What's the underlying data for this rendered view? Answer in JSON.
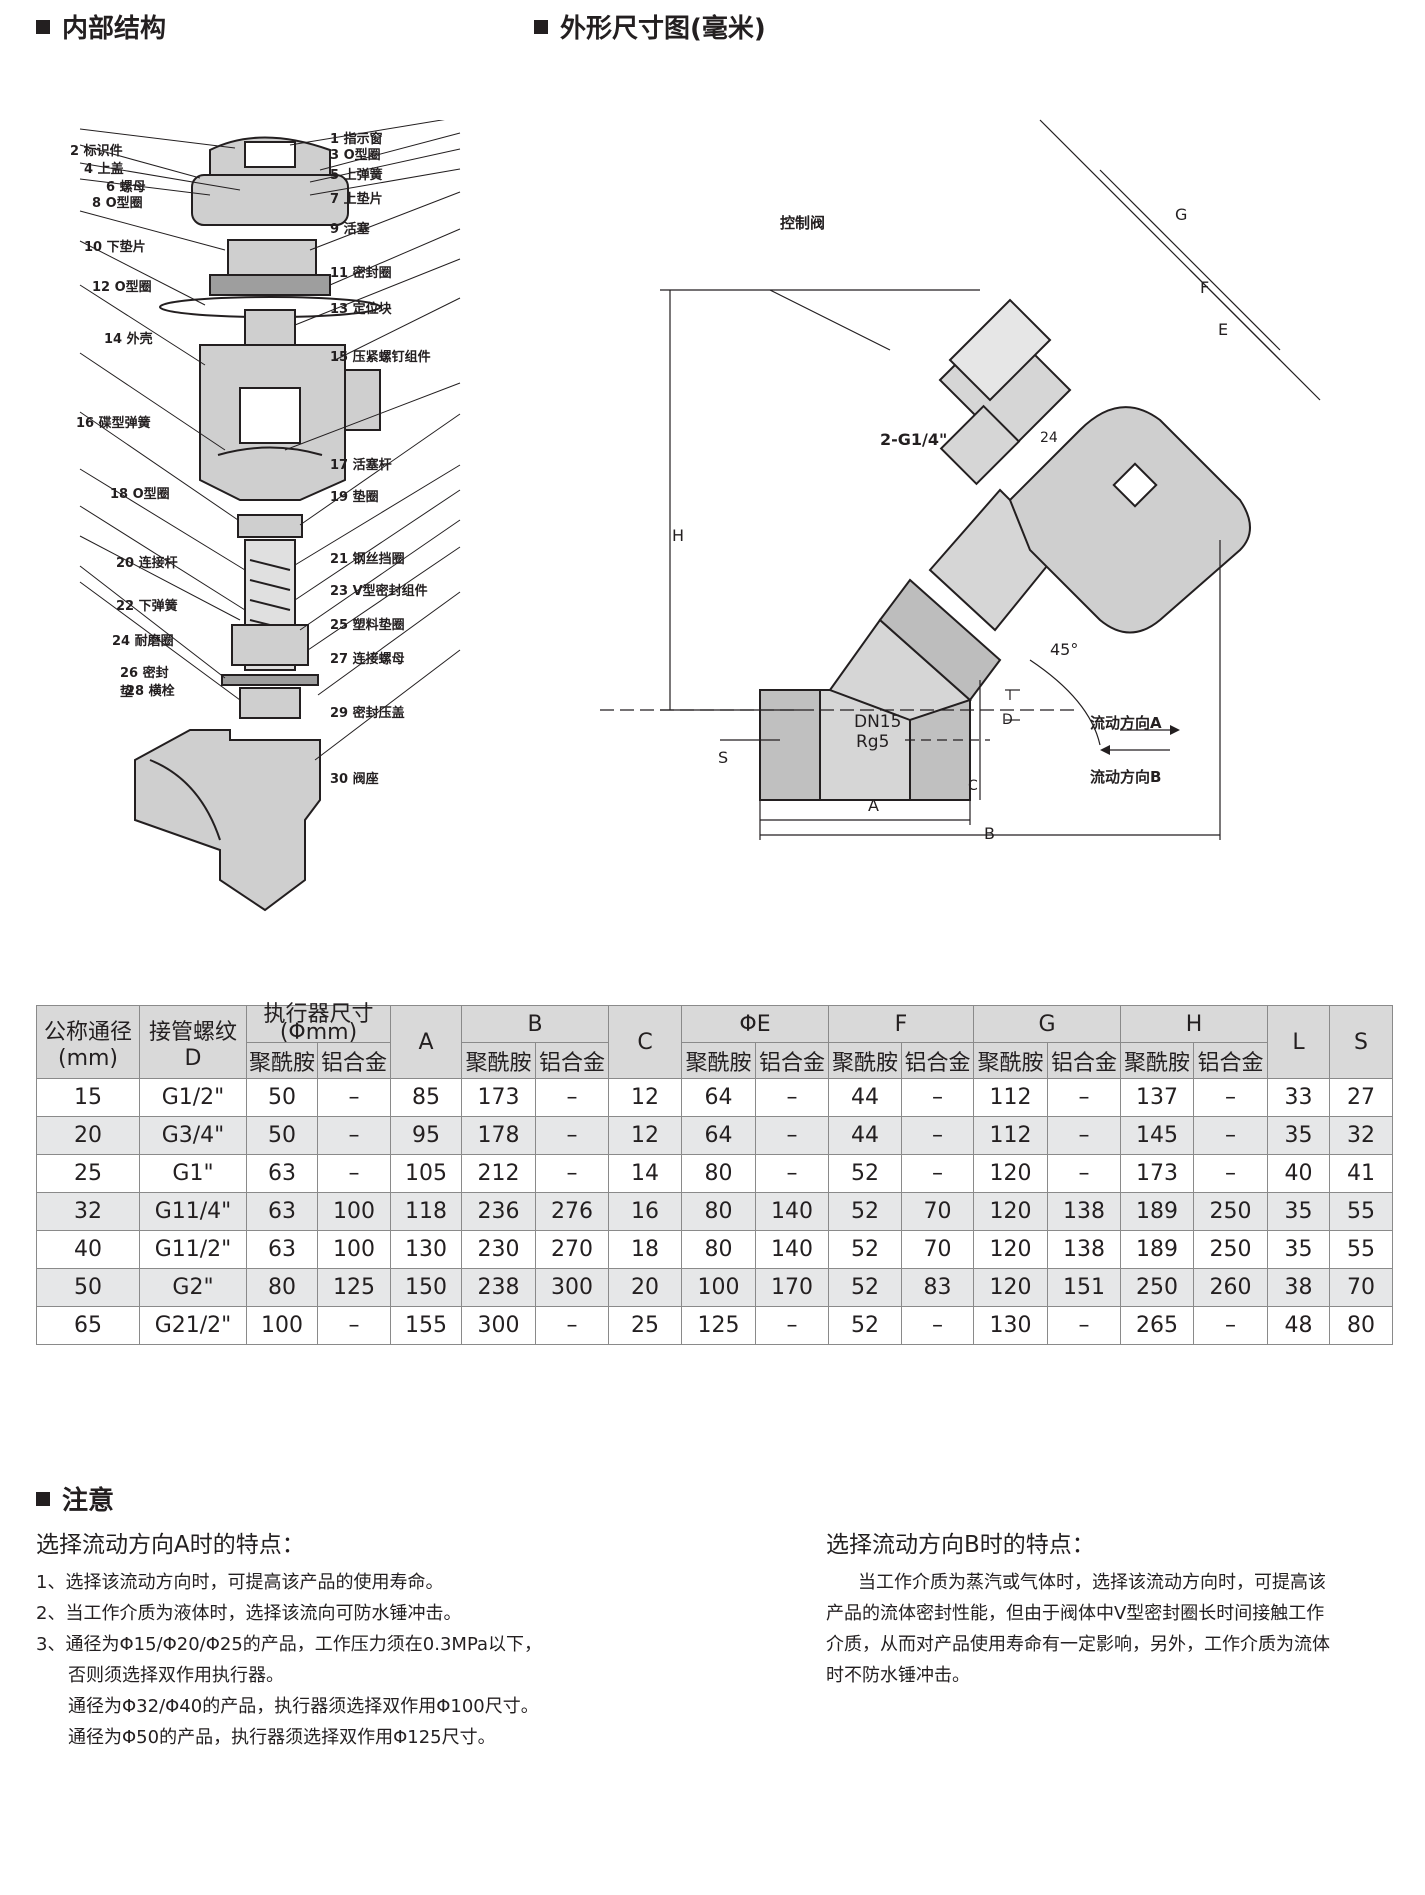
{
  "sections": {
    "internal_title": "内部结构",
    "dimension_title": "外形尺寸图(毫米)",
    "notes_title": "注意"
  },
  "internal_parts": [
    "2 标识件",
    "4 上盖",
    "6 螺母",
    "8 O型圈",
    "10 下垫片",
    "12 O型圈",
    "14 外壳",
    "16 碟型弹簧",
    "18 O型圈",
    "20 连接杆",
    "22 下弹簧",
    "24 耐磨圈",
    "26 密封垫",
    "28 横栓",
    "1 指示窗",
    "3 O型圈",
    "5 上弹簧",
    "7 上垫片",
    "9 活塞",
    "11 密封圈",
    "13 定位块",
    "15 压紧螺钉组件",
    "17 活塞杆",
    "19 垫圈",
    "21 钢丝挡圈",
    "23 V型密封组件",
    "25 塑料垫圈",
    "27 连接螺母",
    "29 密封压盖",
    "30 阀座"
  ],
  "dimension_labels": {
    "control_valve": "控制阀",
    "port": "2-G1/4\"",
    "angle": "45°",
    "body_mark1": "DN15",
    "body_mark2": "Rg5",
    "flow_a": "流动方向A",
    "flow_b": "流动方向B",
    "dim_g": "G",
    "dim_f": "F",
    "dim_e": "E",
    "dim_h": "H",
    "dim_a": "A",
    "dim_b": "B",
    "dim_c": "C",
    "dim_s": "S",
    "dim_d": "D",
    "dim_24": "24"
  },
  "table": {
    "h_dn": "公称通径",
    "h_dn_unit": "(mm)",
    "h_thread": "接管螺纹",
    "h_thread_sub": "D",
    "h_actuator": "执行器尺寸",
    "h_actuator_unit": "(Φmm)",
    "h_a": "A",
    "h_b": "B",
    "h_c": "C",
    "h_e": "ΦE",
    "h_f": "F",
    "h_g": "G",
    "h_h": "H",
    "h_l": "L",
    "h_s": "S",
    "sub_pa": "聚酰胺",
    "sub_al": "铝合金",
    "rows": [
      [
        "15",
        "G1/2\"",
        "50",
        "–",
        "85",
        "173",
        "–",
        "12",
        "64",
        "–",
        "44",
        "–",
        "112",
        "–",
        "137",
        "–",
        "33",
        "27"
      ],
      [
        "20",
        "G3/4\"",
        "50",
        "–",
        "95",
        "178",
        "–",
        "12",
        "64",
        "–",
        "44",
        "–",
        "112",
        "–",
        "145",
        "–",
        "35",
        "32"
      ],
      [
        "25",
        "G1\"",
        "63",
        "–",
        "105",
        "212",
        "–",
        "14",
        "80",
        "–",
        "52",
        "–",
        "120",
        "–",
        "173",
        "–",
        "40",
        "41"
      ],
      [
        "32",
        "G11/4\"",
        "63",
        "100",
        "118",
        "236",
        "276",
        "16",
        "80",
        "140",
        "52",
        "70",
        "120",
        "138",
        "189",
        "250",
        "35",
        "55"
      ],
      [
        "40",
        "G11/2\"",
        "63",
        "100",
        "130",
        "230",
        "270",
        "18",
        "80",
        "140",
        "52",
        "70",
        "120",
        "138",
        "189",
        "250",
        "35",
        "55"
      ],
      [
        "50",
        "G2\"",
        "80",
        "125",
        "150",
        "238",
        "300",
        "20",
        "100",
        "170",
        "52",
        "83",
        "120",
        "151",
        "250",
        "260",
        "38",
        "70"
      ],
      [
        "65",
        "G21/2\"",
        "100",
        "–",
        "155",
        "300",
        "–",
        "25",
        "125",
        "–",
        "52",
        "–",
        "130",
        "–",
        "265",
        "–",
        "48",
        "80"
      ]
    ]
  },
  "notes": {
    "a_title": "选择流动方向A时的特点：",
    "a_lines": [
      "1、选择该流动方向时，可提高该产品的使用寿命。",
      "2、当工作介质为液体时，选择该流向可防水锤冲击。",
      "3、通径为Φ15/Φ20/Φ25的产品，工作压力须在0.3MPa以下，",
      "否则须选择双作用执行器。",
      "通径为Φ32/Φ40的产品，执行器须选择双作用Φ100尺寸。",
      "通径为Φ50的产品，执行器须选择双作用Φ125尺寸。"
    ],
    "b_title": "选择流动方向B时的特点：",
    "b_lines": [
      "当工作介质为蒸汽或气体时，选择该流动方向时，可提高该",
      "产品的流体密封性能，但由于阀体中V型密封圈长时间接触工作",
      "介质，从而对产品使用寿命有一定影响，另外，工作介质为流体",
      "时不防水锤冲击。"
    ]
  }
}
